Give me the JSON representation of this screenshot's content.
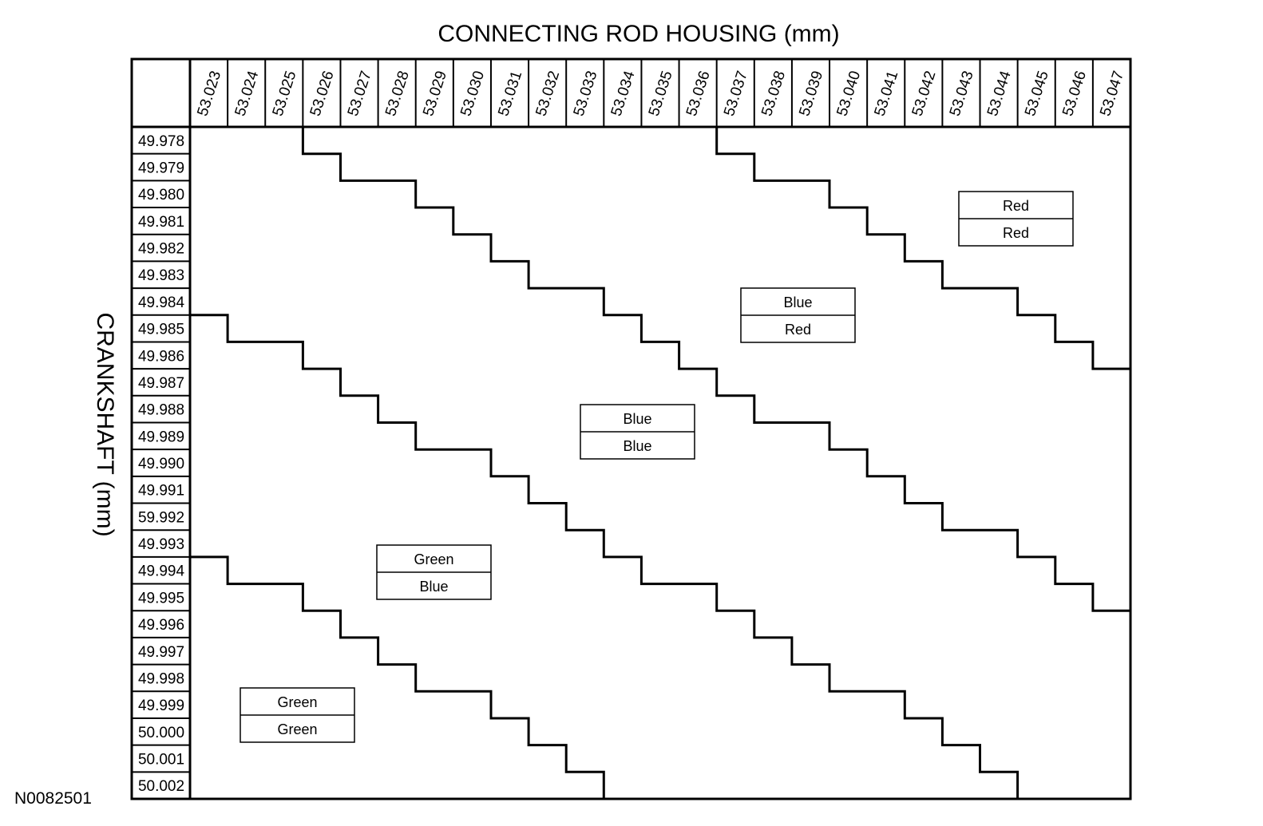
{
  "title": "CONNECTING ROD HOUSING (mm)",
  "side_title": "CRANKSHAFT (mm)",
  "figure_id": "N0082501",
  "columns": [
    "53.023",
    "53.024",
    "53.025",
    "53.026",
    "53.027",
    "53.028",
    "53.029",
    "53.030",
    "53.031",
    "53.032",
    "53.033",
    "53.034",
    "53.035",
    "53.036",
    "53.037",
    "53.038",
    "53.039",
    "53.040",
    "53.041",
    "53.042",
    "53.043",
    "53.044",
    "53.045",
    "53.046",
    "53.047"
  ],
  "rows": [
    "49.978",
    "49.979",
    "49.980",
    "49.981",
    "49.982",
    "49.983",
    "49.984",
    "49.985",
    "49.986",
    "49.987",
    "49.988",
    "49.989",
    "49.990",
    "49.991",
    "59.992",
    "49.993",
    "49.994",
    "49.995",
    "49.996",
    "49.997",
    "49.998",
    "49.999",
    "50.000",
    "50.001",
    "50.002"
  ],
  "zones": [
    {
      "top": "Red",
      "bottom": "Red"
    },
    {
      "top": "Blue",
      "bottom": "Red"
    },
    {
      "top": "Blue",
      "bottom": "Blue"
    },
    {
      "top": "Green",
      "bottom": "Blue"
    },
    {
      "top": "Green",
      "bottom": "Green"
    }
  ]
}
